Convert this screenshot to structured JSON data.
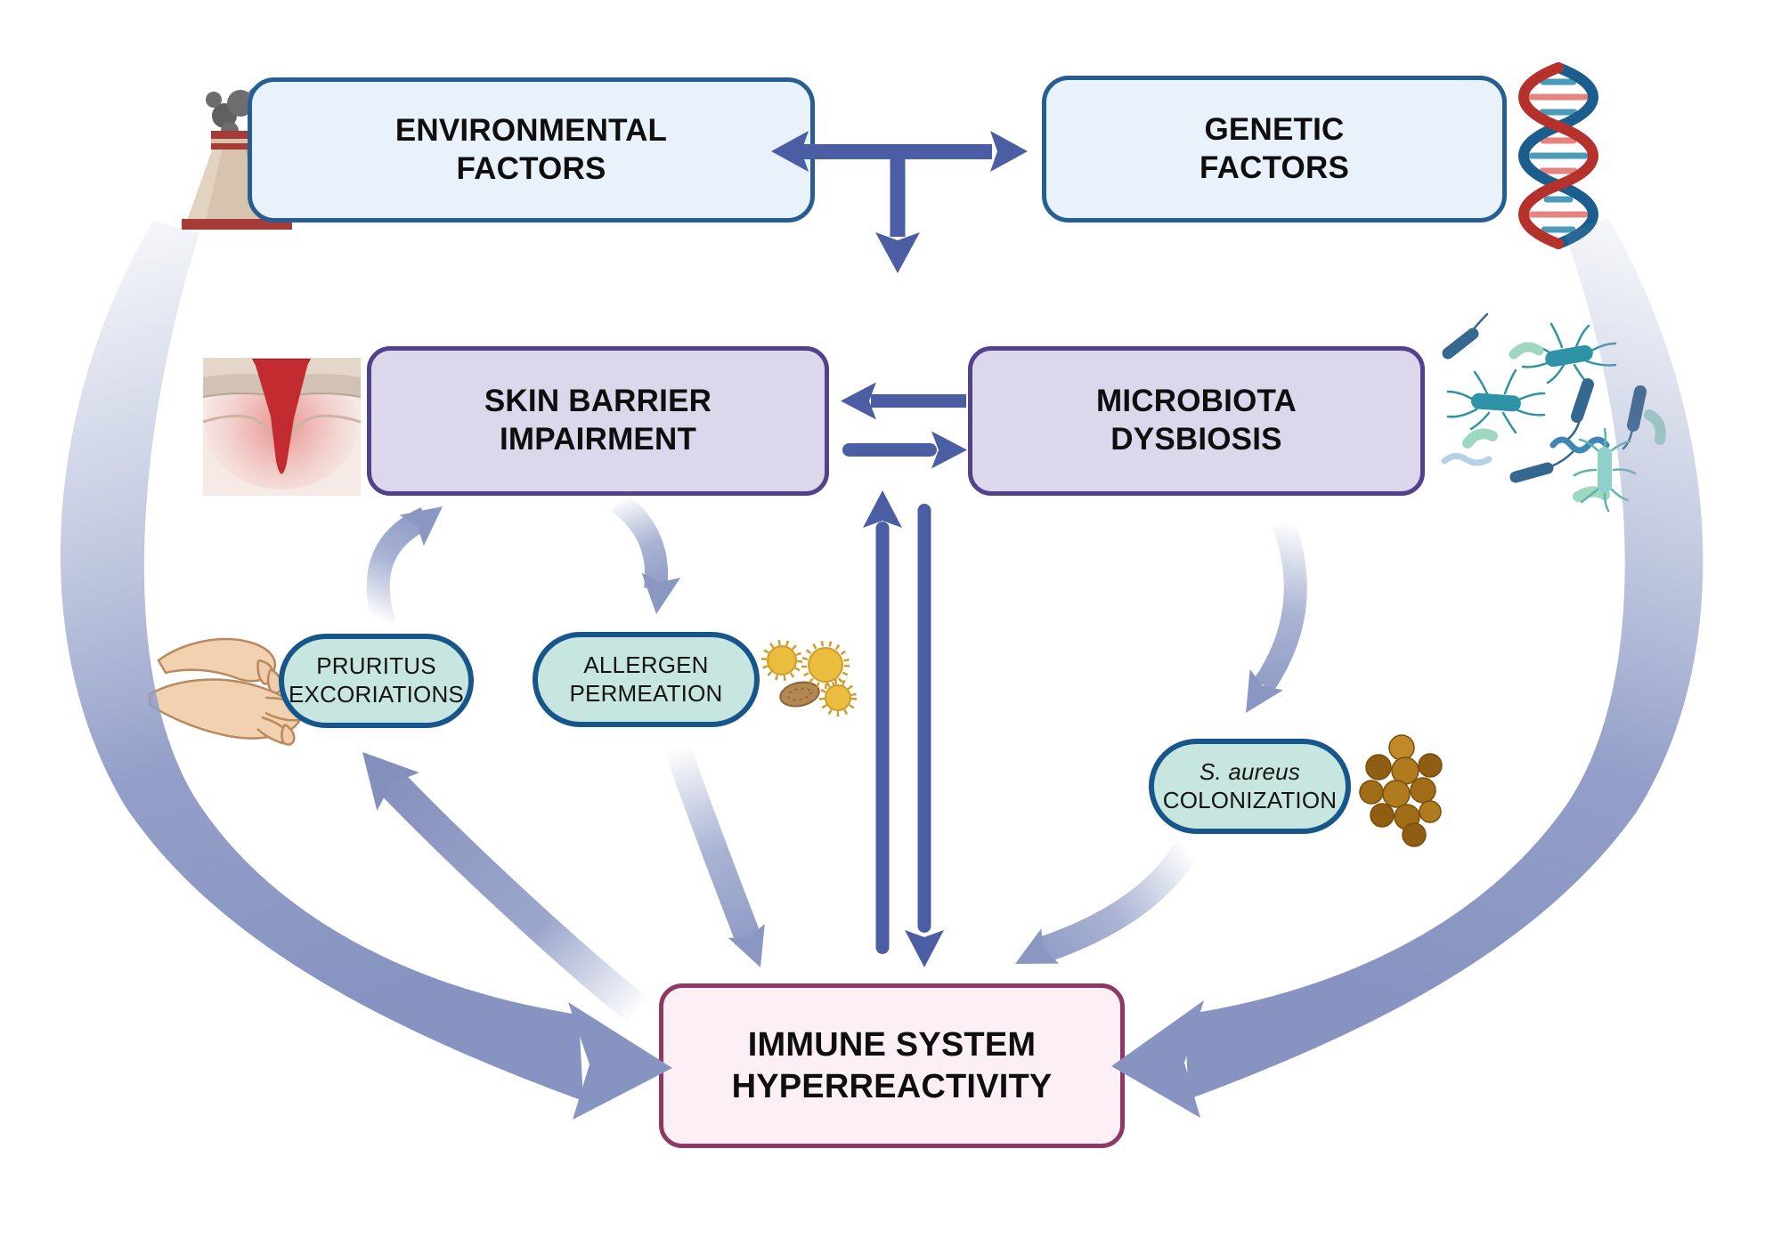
{
  "diagram": {
    "nodes": {
      "environmental": {
        "line1": "ENVIRONMENTAL",
        "line2": "FACTORS"
      },
      "genetic": {
        "line1": "GENETIC",
        "line2": "FACTORS"
      },
      "skin_barrier": {
        "line1": "SKIN BARRIER",
        "line2": "IMPAIRMENT"
      },
      "microbiota": {
        "line1": "MICROBIOTA",
        "line2": "DYSBIOSIS"
      },
      "pruritus": {
        "line1": "PRURITUS",
        "line2": "EXCORIATIONS"
      },
      "allergen": {
        "line1": "ALLERGEN",
        "line2": "PERMEATION"
      },
      "s_aureus": {
        "line1": "S. aureus",
        "line2": "COLONIZATION"
      },
      "immune": {
        "line1": "IMMUNE SYSTEM",
        "line2": "HYPERREACTIVITY"
      }
    },
    "edges": [
      {
        "from": "environmental",
        "to": "genetic",
        "style": "solid-double-headed"
      },
      {
        "from": "environmental-genetic-link",
        "to": "center",
        "style": "solid-down"
      },
      {
        "from": "microbiota",
        "to": "skin_barrier",
        "style": "solid"
      },
      {
        "from": "skin_barrier",
        "to": "microbiota",
        "style": "solid"
      },
      {
        "from": "pruritus",
        "to": "skin_barrier",
        "style": "curved-gradient"
      },
      {
        "from": "skin_barrier",
        "to": "allergen",
        "style": "curved-gradient"
      },
      {
        "from": "microbiota",
        "to": "s_aureus",
        "style": "curved-gradient"
      },
      {
        "from": "immune",
        "to": "skin_barrier",
        "style": "solid-up"
      },
      {
        "from": "skin_barrier",
        "to": "immune",
        "style": "solid-down"
      },
      {
        "from": "allergen",
        "to": "immune",
        "style": "curved-gradient"
      },
      {
        "from": "s_aureus",
        "to": "immune",
        "style": "curved-gradient"
      },
      {
        "from": "immune",
        "to": "pruritus",
        "style": "curved-gradient"
      },
      {
        "from": "environmental",
        "to": "immune",
        "style": "big-sweep-left"
      },
      {
        "from": "genetic",
        "to": "immune",
        "style": "big-sweep-right"
      }
    ],
    "icons": [
      "smokestack-icon",
      "dna-icon",
      "skin-crack-icon",
      "bacteria-icon",
      "scratching-hands-icon",
      "pollen-icon",
      "staphylococcus-cluster-icon"
    ],
    "colors": {
      "node_blue_fill": "#e9f1fb",
      "node_blue_border": "#265e94",
      "node_purple_fill": "#dcd7eb",
      "node_purple_border": "#53418c",
      "pill_teal_fill": "#c7e6e0",
      "pill_teal_border": "#17568a",
      "node_pink_fill": "#fdeff6",
      "node_pink_border": "#8e3866",
      "arrow_solid": "#4c5ea3",
      "arrow_gradient_head": "#8a97c3",
      "dna_red": "#b5312c",
      "dna_blue": "#1b5e8d",
      "text": "#0e0e0e"
    }
  }
}
